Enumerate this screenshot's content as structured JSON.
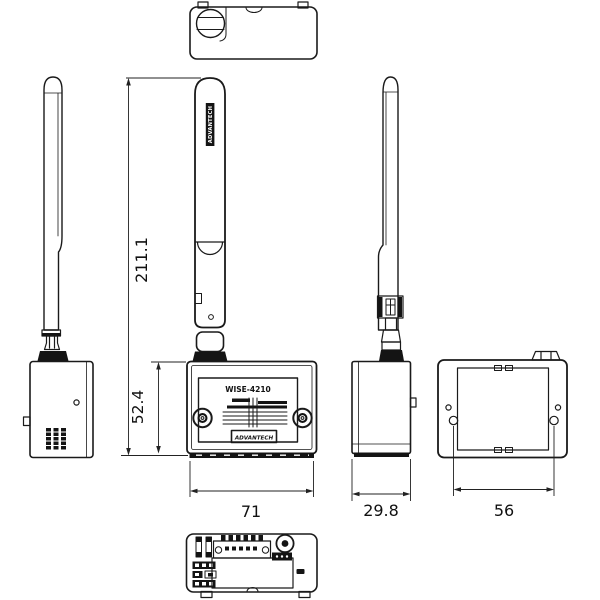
{
  "drawing": {
    "product_model": "WISE-4210",
    "brand": "ADVANTECH",
    "antenna_label": "ADVANTECH",
    "dimensions": {
      "total_height": "211.1",
      "body_height": "52.4",
      "body_width": "71",
      "body_depth": "29.8",
      "mount_hole_spacing": "56"
    },
    "colors": {
      "line": "#1a1a1a",
      "background": "#ffffff"
    }
  }
}
